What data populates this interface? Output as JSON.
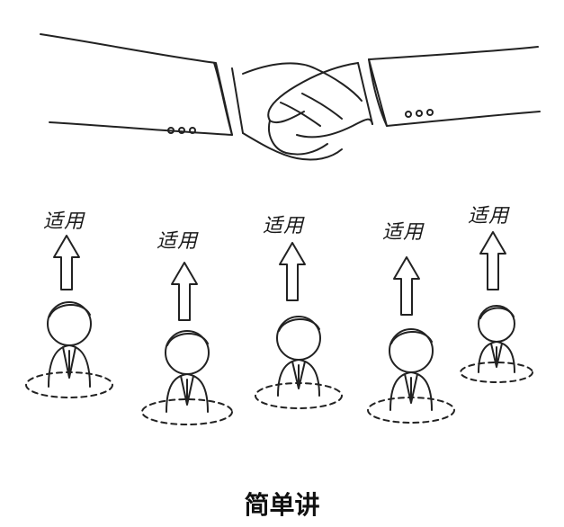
{
  "figures": [
    {
      "label": "适用"
    },
    {
      "label": "适用"
    },
    {
      "label": "适用"
    },
    {
      "label": "适用"
    },
    {
      "label": "适用"
    }
  ],
  "caption": "简单讲",
  "illustration": {
    "top": "handshake",
    "people": "five-figures-with-up-arrows"
  }
}
